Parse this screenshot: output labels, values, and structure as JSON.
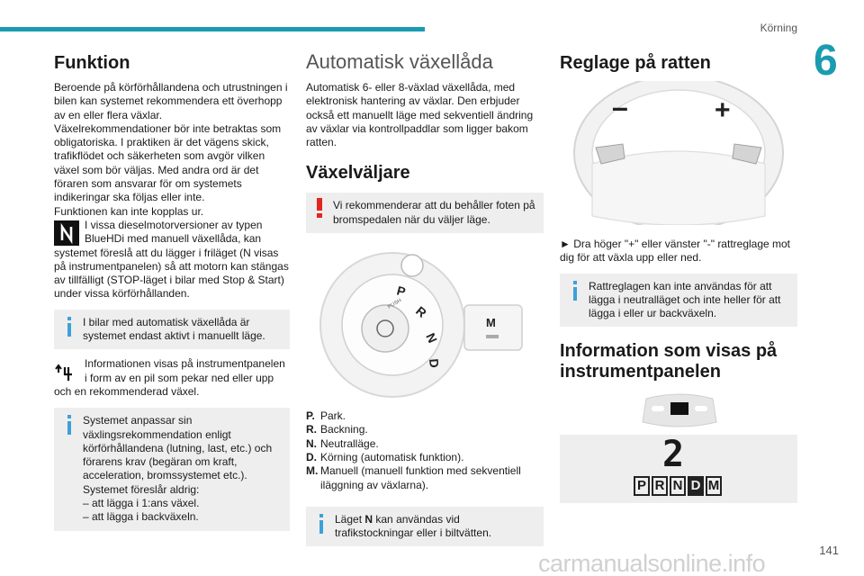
{
  "header": {
    "section": "Körning",
    "chapter": "6",
    "page_number": "141",
    "watermark": "carmanualsonline.info"
  },
  "col1": {
    "title": "Funktion",
    "para1": "Beroende på körförhållandena och utrustningen i bilen kan systemet rekommendera ett överhopp av en eller flera växlar.",
    "para2": "Växelrekommendationer bör inte betraktas som obligatoriska. I praktiken är det vägens skick, trafikflödet och säkerheten som avgör vilken växel som bör väljas. Med andra ord är det föraren som ansvarar för om systemets indikeringar ska följas eller inte.",
    "para3": "Funktionen kan inte kopplas ur.",
    "para4": "I vissa dieselmotorversioner av typen BlueHDi med manuell växellåda, kan systemet föreslå att du lägger i friläget (N visas på instrumentpanelen) så att motorn kan stängas av tillfälligt (STOP-läget i bilar med Stop & Start) under vissa körförhållanden.",
    "note1": "I bilar med automatisk växellåda är systemet endast aktivt i manuellt läge.",
    "para5": "Informationen visas på instrumentpanelen i form av en pil som pekar ned eller upp och en rekommenderad växel.",
    "note2": "Systemet anpassar sin växlingsrekommendation enligt körförhållandena (lutning, last, etc.) och förarens krav (begäran om kraft, acceleration, bromssystemet etc.).",
    "note2b": "Systemet föreslår aldrig:",
    "note2c": "–  att lägga i 1:ans växel.",
    "note2d": "–  att lägga i backväxeln."
  },
  "col2": {
    "title": "Automatisk växellåda",
    "intro": "Automatisk 6- eller 8-växlad växellåda, med elektronisk hantering av växlar. Den erbjuder också ett manuellt läge med sekventiell ändring av växlar via kontrollpaddlar som ligger bakom ratten.",
    "subtitle": "Växelväljare",
    "warn": "Vi rekommenderar att du behåller foten på bromspedalen när du väljer läge.",
    "selector_letters": [
      "P",
      "R",
      "N",
      "D"
    ],
    "m_button": "M",
    "knob_text": "PUSH",
    "legend": [
      {
        "k": "P.",
        "v": "Park."
      },
      {
        "k": "R.",
        "v": "Backning."
      },
      {
        "k": "N.",
        "v": "Neutralläge."
      },
      {
        "k": "D.",
        "v": "Körning (automatisk funktion)."
      },
      {
        "k": "M.",
        "v": "Manuell (manuell funktion med sekventiell iläggning av växlarna)."
      }
    ],
    "note_pre": "Läget ",
    "note_bold": "N",
    "note_post": " kan användas vid trafikstockningar eller i biltvätten."
  },
  "col3": {
    "title": "Reglage på ratten",
    "minus": "–",
    "plus": "+",
    "instruction": "►  Dra höger \"+\" eller vänster \"-\" rattreglage mot dig för att växla upp eller ned.",
    "note": "Rattreglagen kan inte användas för att lägga i neutralläget och inte heller för att lägga i eller ur backväxeln.",
    "title2": "Information som visas på instrumentpanelen",
    "gear_digit": "2",
    "gear_modes": [
      "P",
      "R",
      "N",
      "D",
      "M"
    ]
  }
}
